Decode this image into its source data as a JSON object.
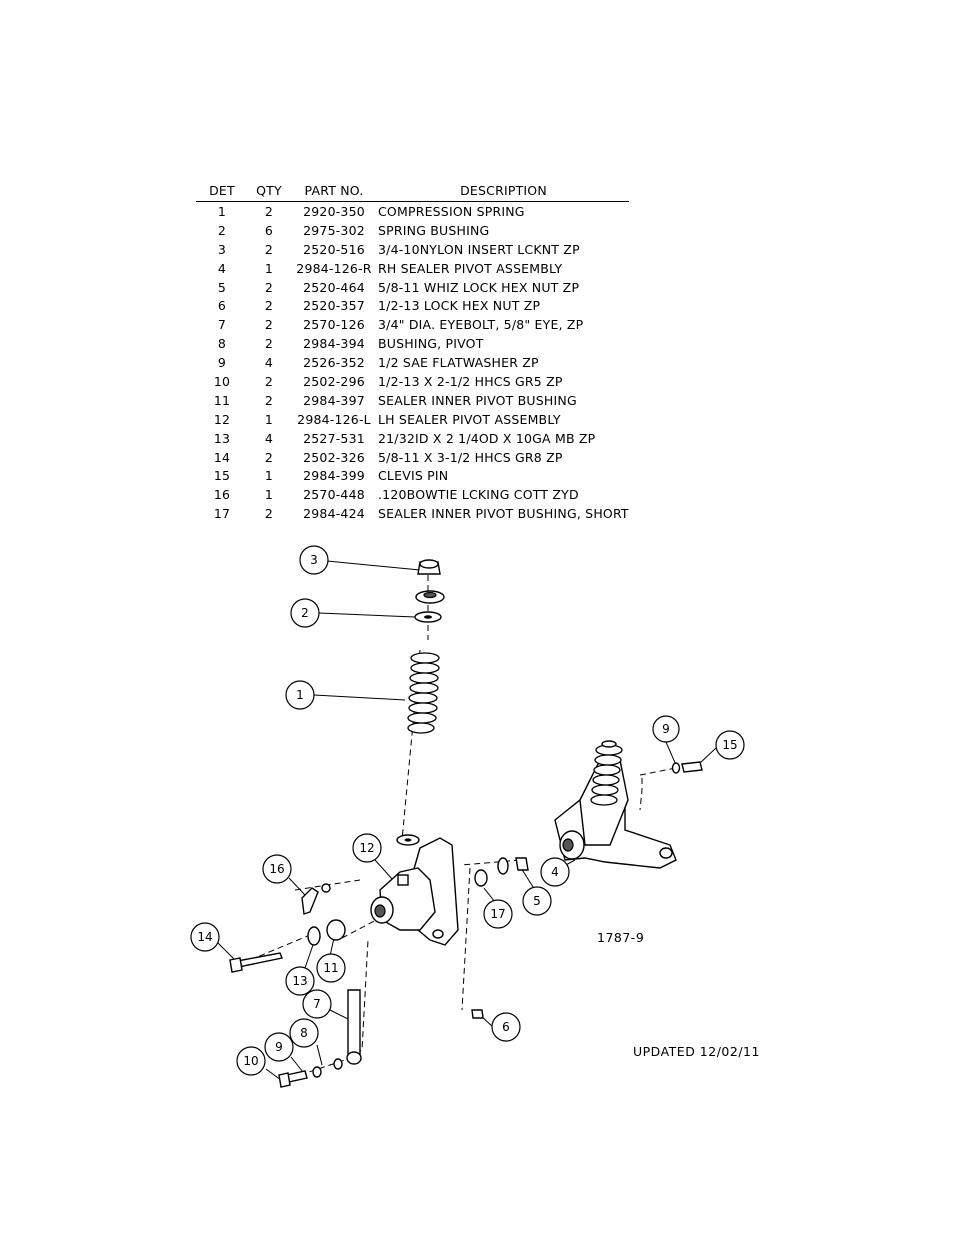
{
  "table": {
    "headers": {
      "det": "DET",
      "qty": "QTY",
      "part_no": "PART NO.",
      "description": "DESCRIPTION"
    },
    "rows": [
      {
        "det": "1",
        "qty": "2",
        "part_no": "2920-350",
        "description": "COMPRESSION SPRING"
      },
      {
        "det": "2",
        "qty": "6",
        "part_no": "2975-302",
        "description": "SPRING BUSHING"
      },
      {
        "det": "3",
        "qty": "2",
        "part_no": "2520-516",
        "description": "3/4-10NYLON INSERT LCKNT ZP"
      },
      {
        "det": "4",
        "qty": "1",
        "part_no": "2984-126-R",
        "description": "RH SEALER PIVOT ASSEMBLY"
      },
      {
        "det": "5",
        "qty": "2",
        "part_no": "2520-464",
        "description": "5/8-11 WHIZ LOCK HEX NUT ZP"
      },
      {
        "det": "6",
        "qty": "2",
        "part_no": "2520-357",
        "description": "1/2-13 LOCK HEX NUT ZP"
      },
      {
        "det": "7",
        "qty": "2",
        "part_no": "2570-126",
        "description": "3/4\" DIA. EYEBOLT, 5/8\" EYE, ZP"
      },
      {
        "det": "8",
        "qty": "2",
        "part_no": "2984-394",
        "description": "BUSHING, PIVOT"
      },
      {
        "det": "9",
        "qty": "4",
        "part_no": "2526-352",
        "description": "1/2 SAE FLATWASHER  ZP"
      },
      {
        "det": "10",
        "qty": "2",
        "part_no": "2502-296",
        "description": "1/2-13 X 2-1/2 HHCS GR5 ZP"
      },
      {
        "det": "11",
        "qty": "2",
        "part_no": "2984-397",
        "description": "SEALER INNER PIVOT BUSHING"
      },
      {
        "det": "12",
        "qty": "1",
        "part_no": "2984-126-L",
        "description": "LH SEALER PIVOT ASSEMBLY"
      },
      {
        "det": "13",
        "qty": "4",
        "part_no": "2527-531",
        "description": "21/32ID X 2 1/4OD X 10GA MB ZP"
      },
      {
        "det": "14",
        "qty": "2",
        "part_no": "2502-326",
        "description": "5/8-11 X 3-1/2 HHCS GR8 ZP"
      },
      {
        "det": "15",
        "qty": "1",
        "part_no": "2984-399",
        "description": "CLEVIS PIN"
      },
      {
        "det": "16",
        "qty": "1",
        "part_no": "2570-448",
        "description": ".120BOWTIE LCKING COTT ZYD"
      },
      {
        "det": "17",
        "qty": "2",
        "part_no": "2984-424",
        "description": "SEALER INNER PIVOT BUSHING, SHORT"
      }
    ]
  },
  "callouts": [
    "3",
    "2",
    "1",
    "9",
    "15",
    "12",
    "16",
    "4",
    "5",
    "17",
    "14",
    "11",
    "13",
    "6",
    "7",
    "8",
    "9",
    "10"
  ],
  "drawing_id": "1787-9",
  "updated_note": "UPDATED 12/02/11"
}
